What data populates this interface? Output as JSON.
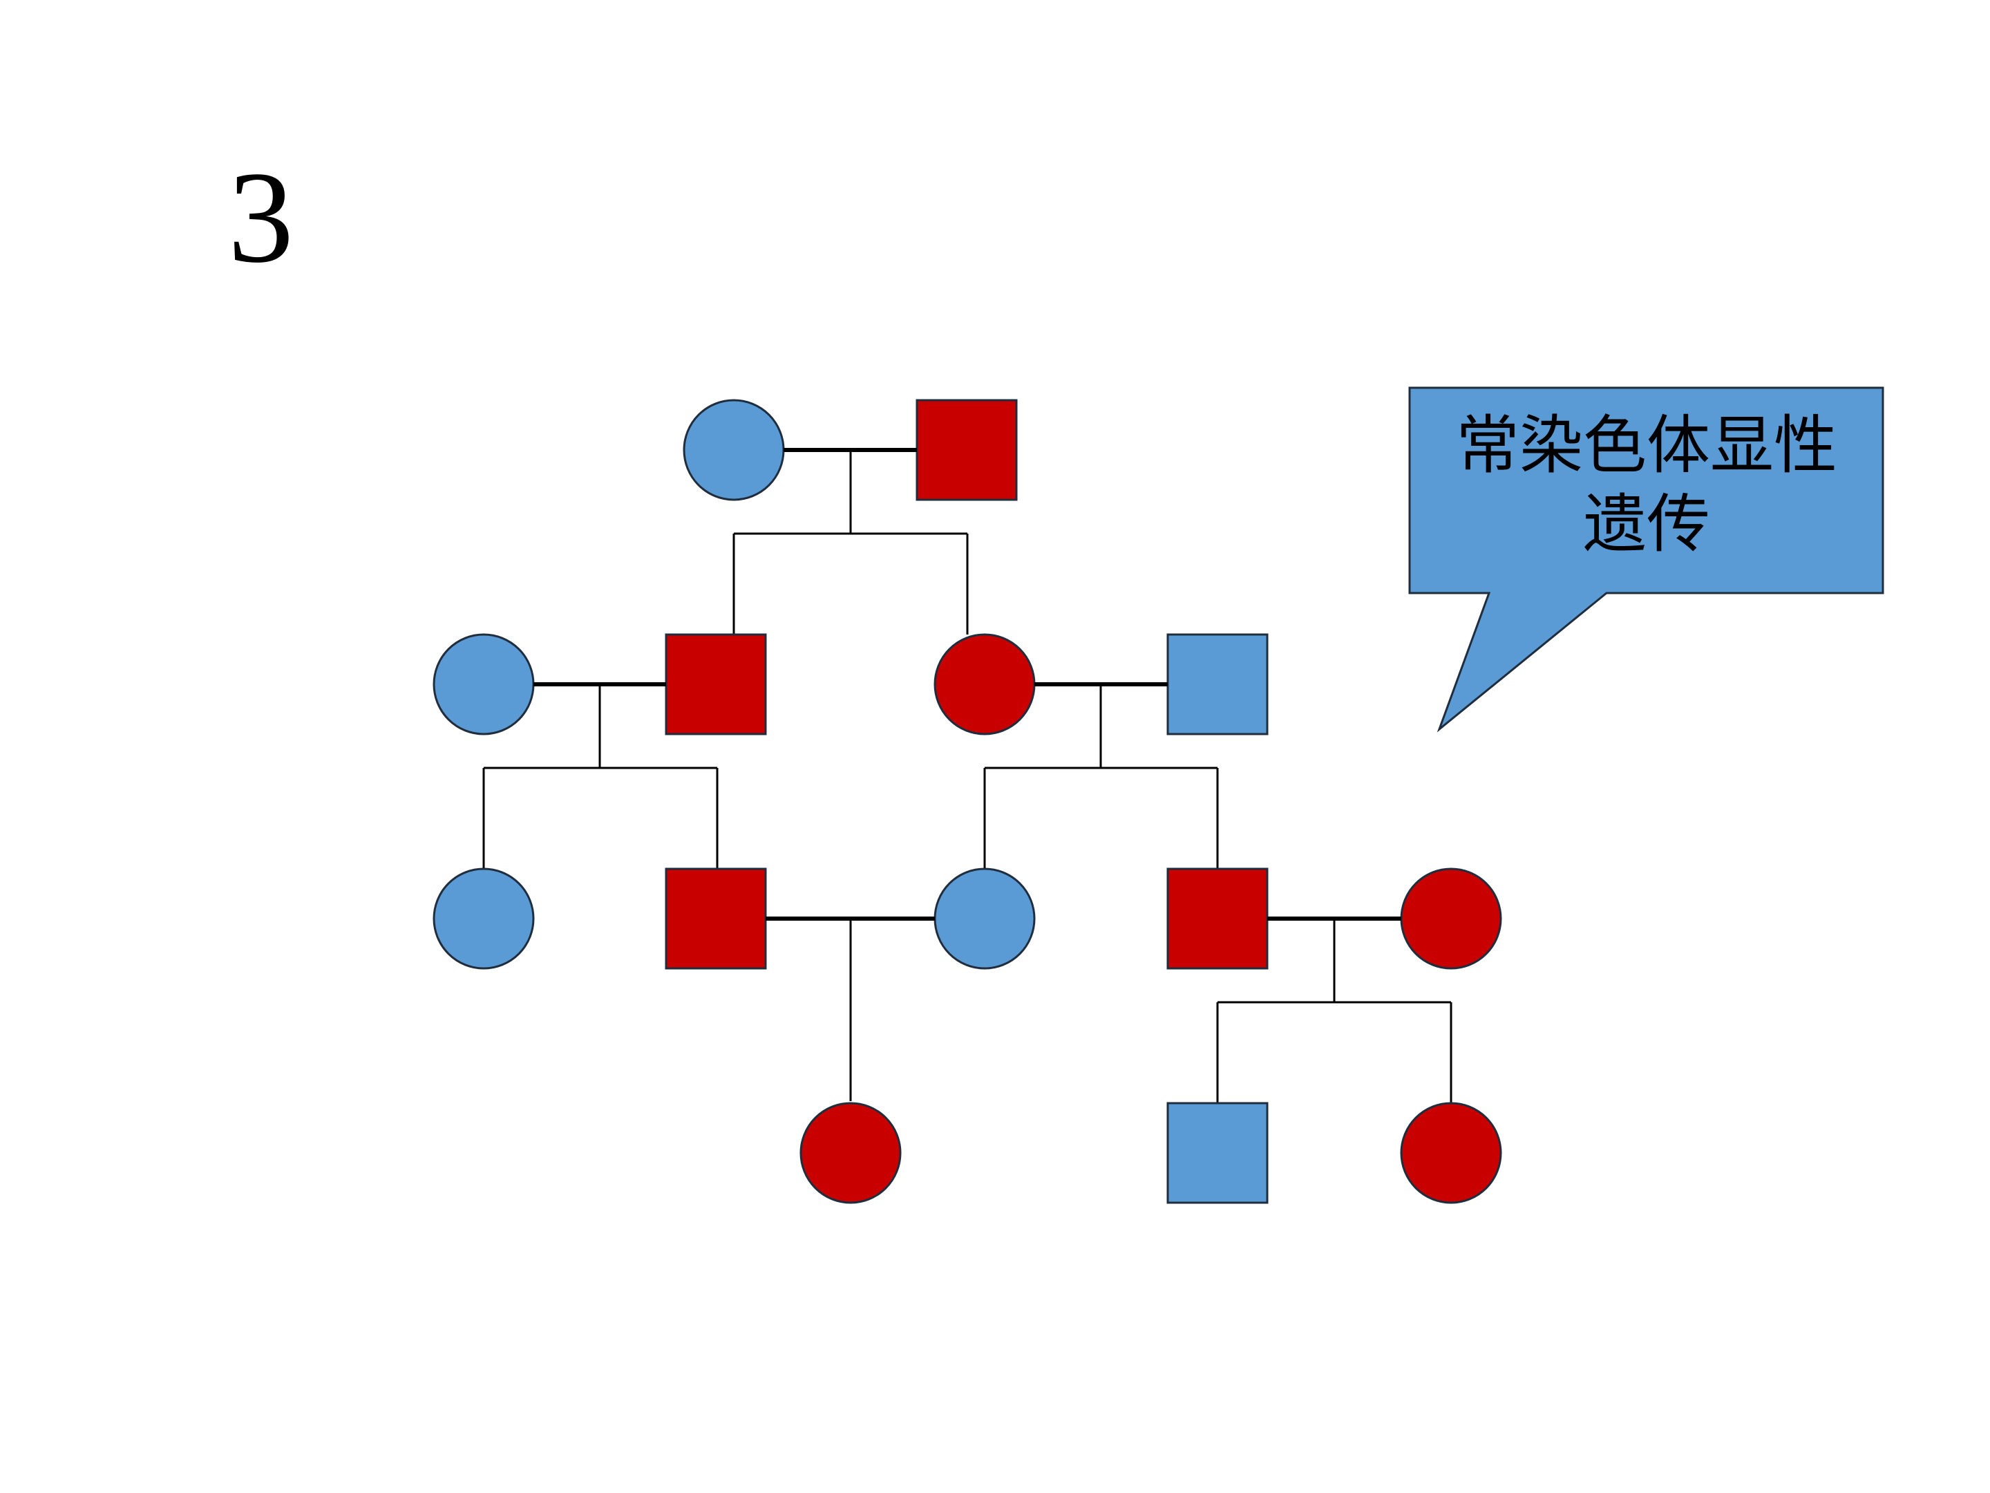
{
  "slide": {
    "number": "3"
  },
  "callout": {
    "line1": "常染色体显性",
    "line2": "遗传"
  },
  "legend_colors": {
    "affected": "#c80000",
    "unaffected": "#5b9bd5",
    "outline": "#1f2d3d"
  },
  "pedigree": {
    "generations": [
      {
        "members": [
          "female-unaffected",
          "male-affected"
        ]
      },
      {
        "members": [
          "female-unaffected",
          "male-affected",
          "female-affected",
          "male-unaffected"
        ]
      },
      {
        "members": [
          "female-unaffected",
          "male-affected",
          "female-unaffected",
          "male-affected",
          "female-affected"
        ]
      },
      {
        "members": [
          "female-affected",
          "male-unaffected",
          "female-affected"
        ]
      }
    ]
  }
}
